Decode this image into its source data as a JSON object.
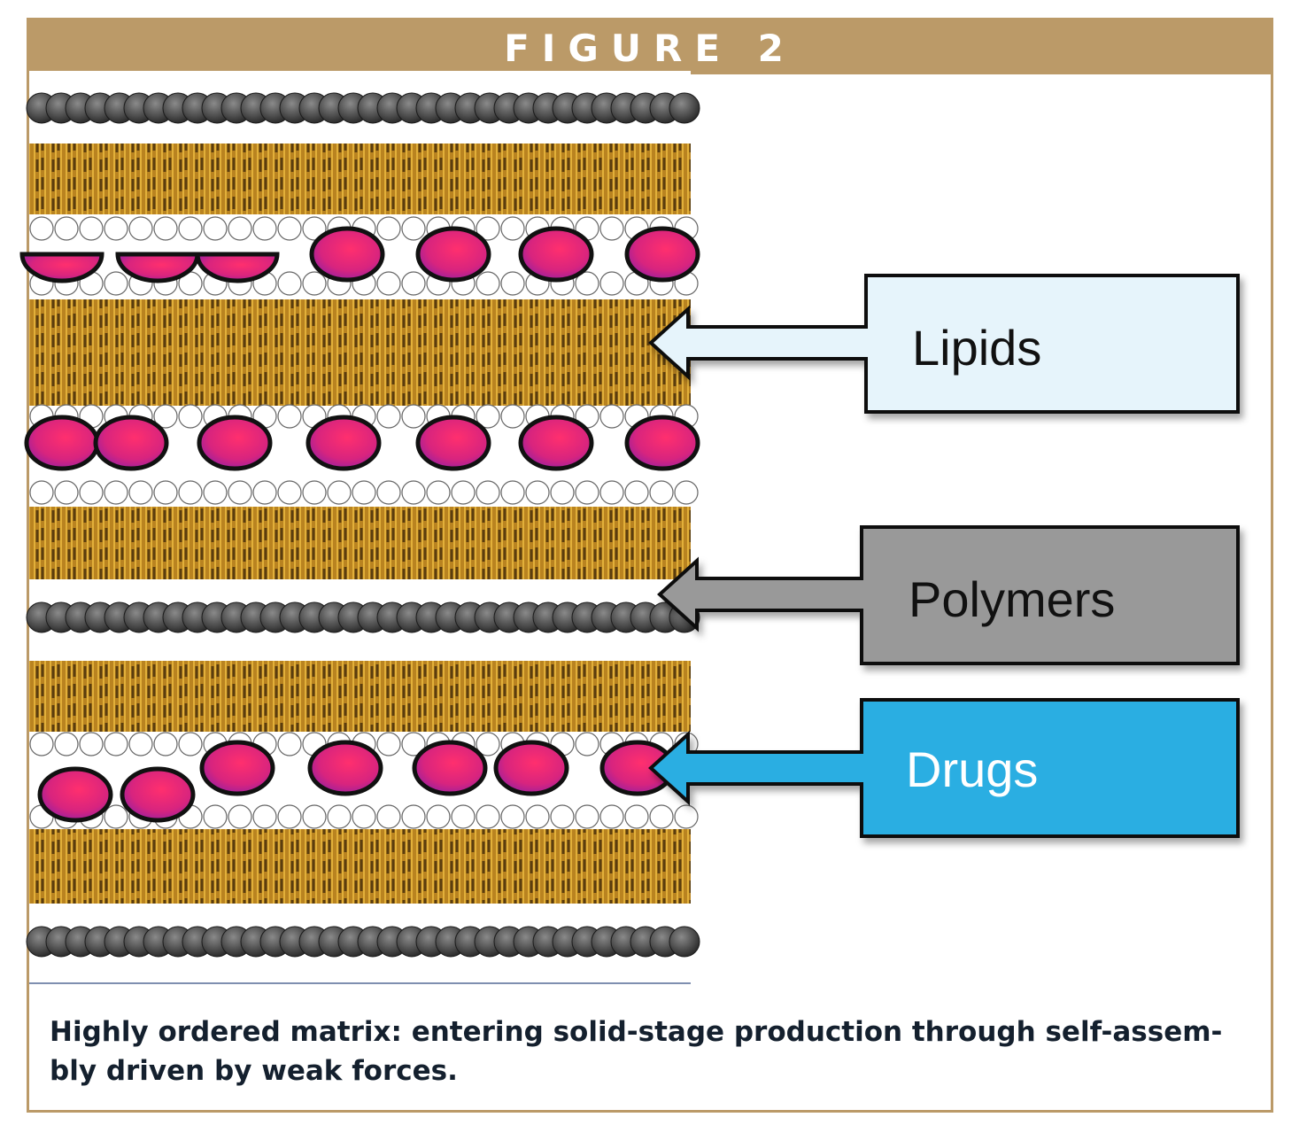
{
  "figure": {
    "title": "FIGURE 2"
  },
  "labels": [
    {
      "text": "Lipids",
      "fill": "#e6f4fb",
      "text_color": "#111111"
    },
    {
      "text": "Polymers",
      "fill": "#999999",
      "text_color": "#111111"
    },
    {
      "text": "Drugs",
      "fill": "#2aaee2",
      "text_color": "#ffffff"
    }
  ],
  "colors": {
    "frame": "#bb9a68",
    "lipid_dark": "#6b4a12",
    "lipid_light": "#d89a24",
    "polymer": "#3a3a3a",
    "drug_start": "#ff2f6e",
    "drug_end": "#8a1ea8"
  },
  "caption": "Highly ordered matrix: entering solid-stage production through self-assem-bly driven by weak forces."
}
